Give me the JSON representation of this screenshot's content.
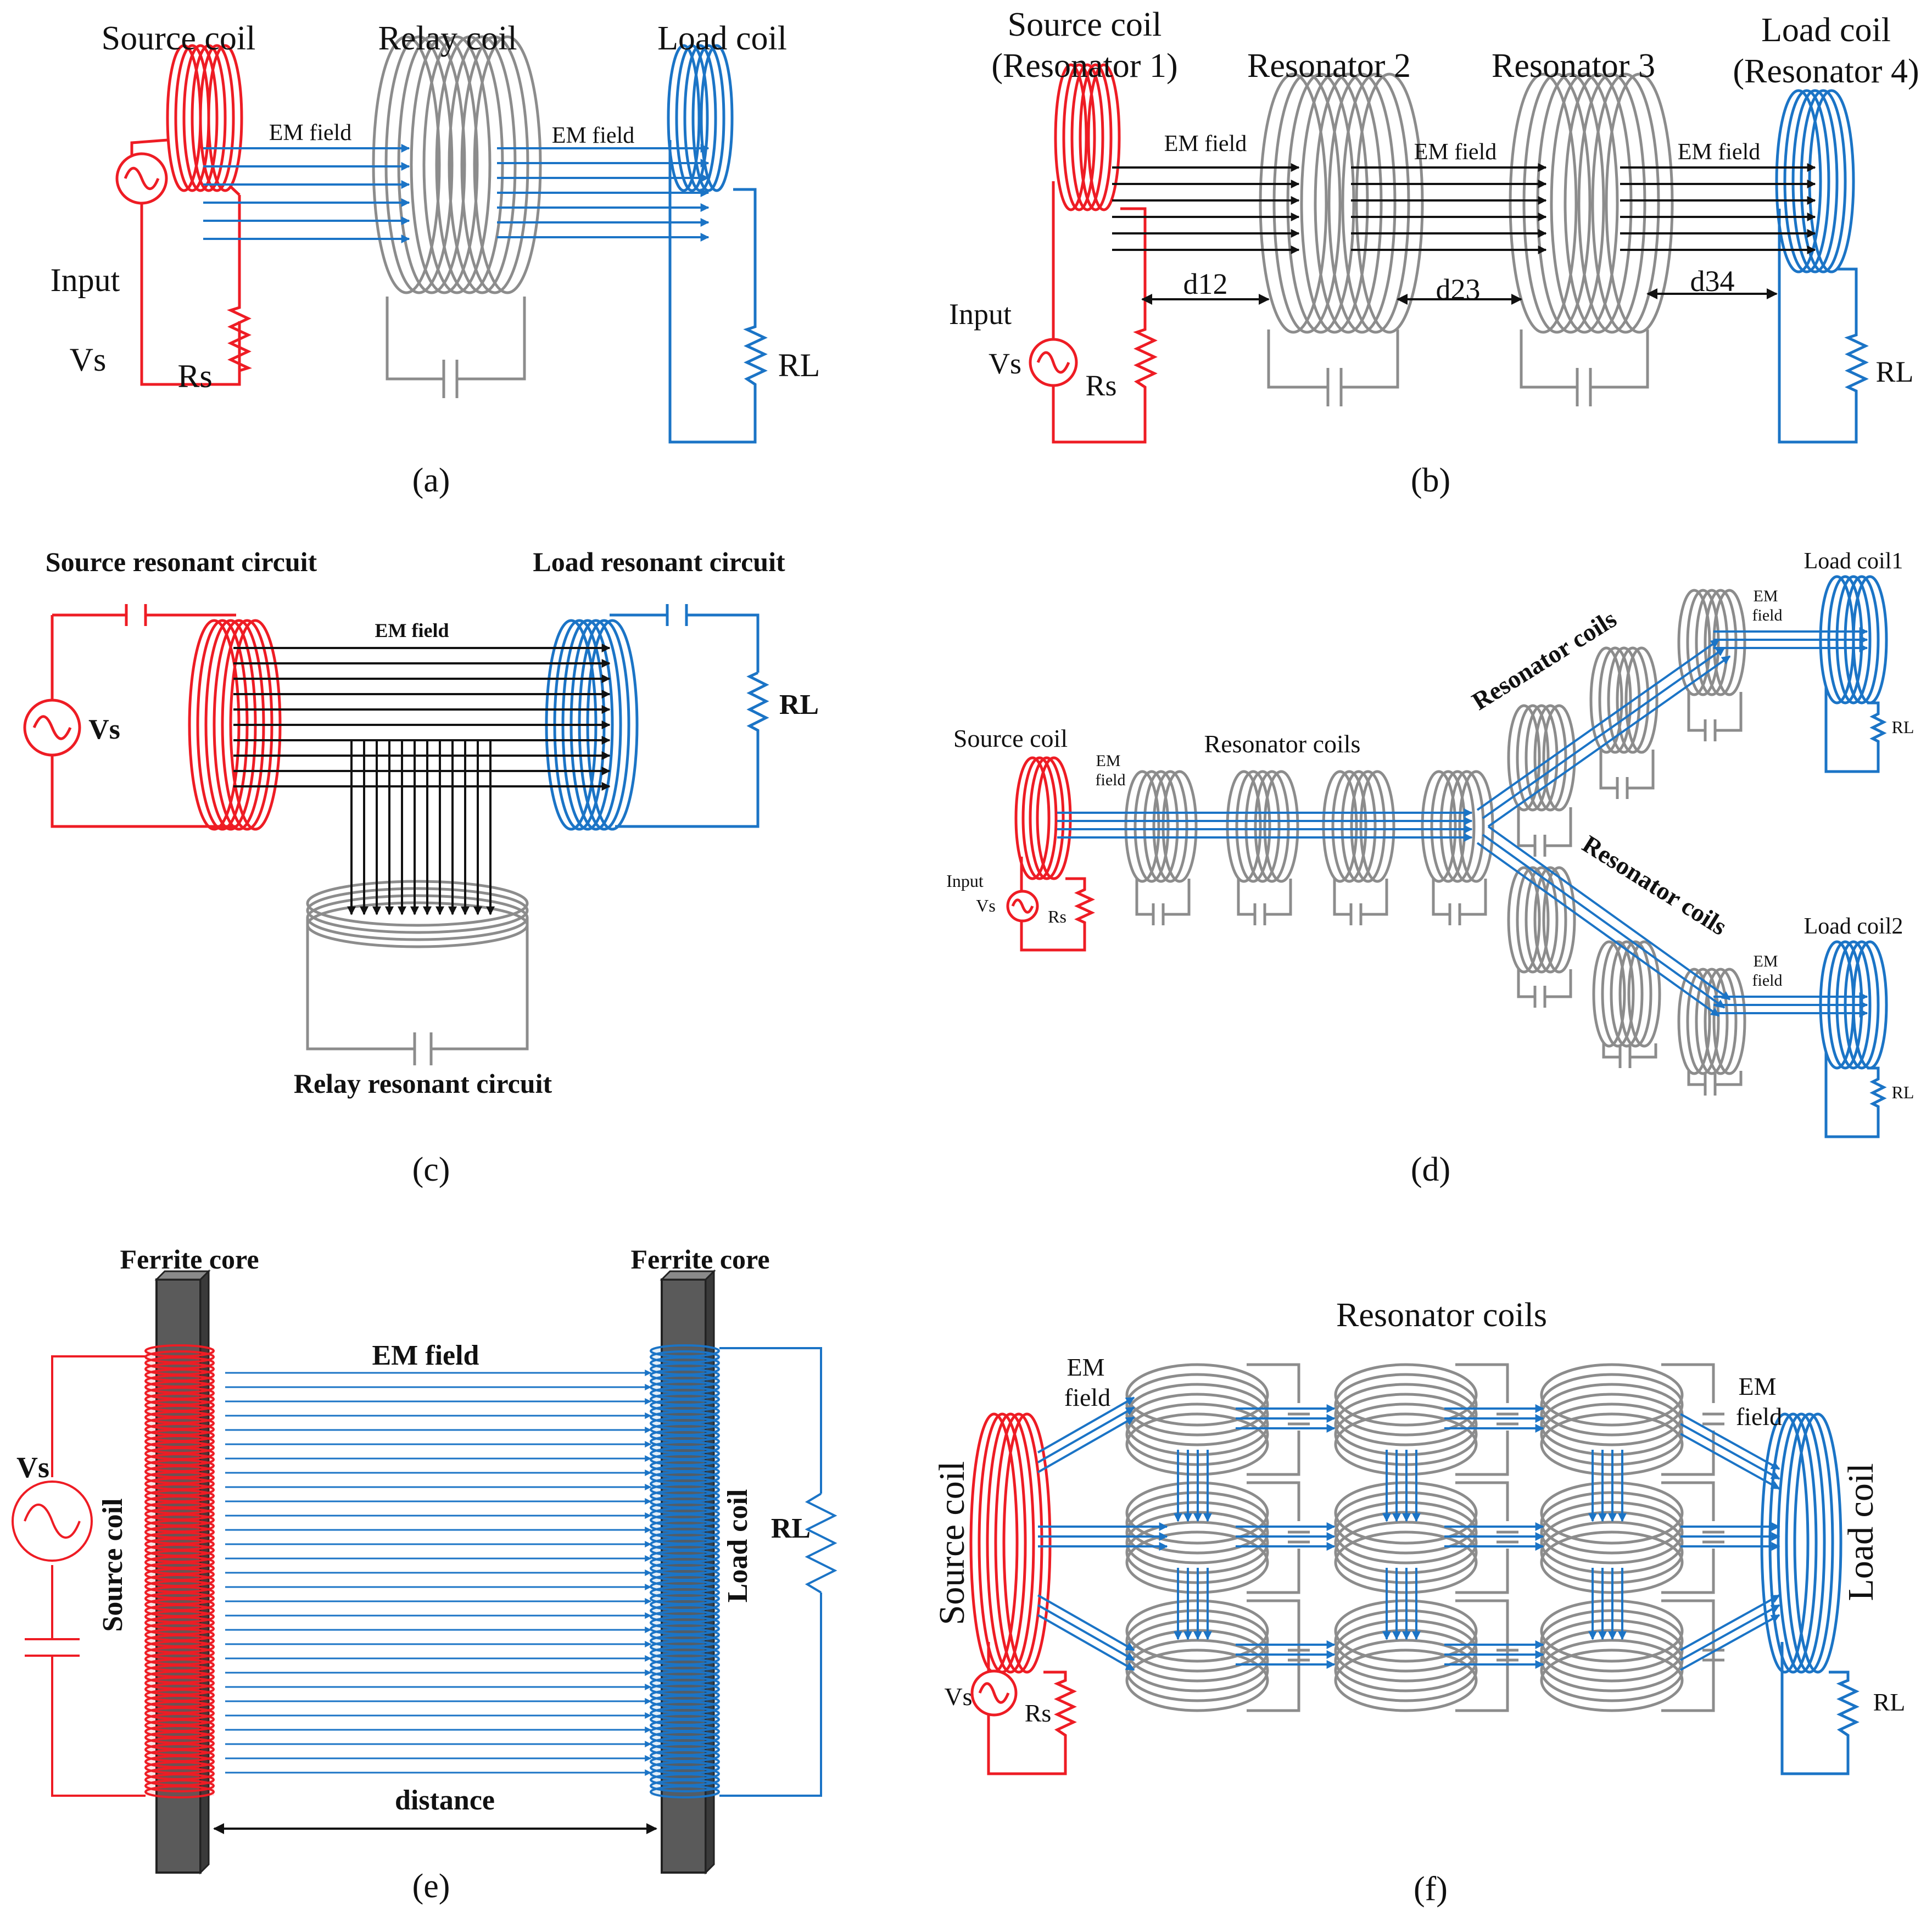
{
  "colors": {
    "red": "#ee1c24",
    "blue": "#1b74c6",
    "gray": "#8c8c8c",
    "black": "#111111",
    "ferrite": "#5a5a5a"
  },
  "panel_a": {
    "source_coil": "Source coil",
    "relay_coil": "Relay coil",
    "load_coil": "Load coil",
    "em_field_1": "EM field",
    "em_field_2": "EM field",
    "input": "Input",
    "vs": "Vs",
    "rs": "Rs",
    "rl": "RL",
    "caption": "(a)"
  },
  "panel_b": {
    "source_coil": "Source coil",
    "resonator_1": "(Resonator 1)",
    "resonator_2": "Resonator 2",
    "resonator_3": "Resonator 3",
    "load_coil": "Load coil",
    "resonator_4": "(Resonator 4)",
    "em_field_1": "EM field",
    "em_field_2": "EM field",
    "em_field_3": "EM field",
    "d12": "d12",
    "d23": "d23",
    "d34": "d34",
    "input": "Input",
    "vs": "Vs",
    "rs": "Rs",
    "rl": "RL",
    "caption": "(b)"
  },
  "panel_c": {
    "source_circuit": "Source resonant circuit",
    "load_circuit": "Load resonant circuit",
    "em_field": "EM field",
    "vs": "Vs",
    "rl": "RL",
    "relay_circuit": "Relay resonant circuit",
    "caption": "(c)"
  },
  "panel_d": {
    "source_coil": "Source coil",
    "resonator_coils_main": "Resonator coils",
    "resonator_coils_upper": "Resonator coils",
    "resonator_coils_lower": "Resonator coils",
    "load_coil_1": "Load coil1",
    "load_coil_2": "Load coil2",
    "em": "EM",
    "field": "field",
    "input": "Input",
    "vs": "Vs",
    "rs": "Rs",
    "rl": "RL",
    "caption": "(d)"
  },
  "panel_e": {
    "ferrite_left": "Ferrite core",
    "ferrite_right": "Ferrite core",
    "em_field": "EM field",
    "source_coil": "Source coil",
    "load_coil": "Load coil",
    "vs": "Vs",
    "rl": "RL",
    "distance": "distance",
    "caption": "(e)"
  },
  "panel_f": {
    "resonator_coils": "Resonator coils",
    "em": "EM",
    "field": "field",
    "source_coil": "Source coil",
    "load_coil": "Load coil",
    "vs": "Vs",
    "rs": "Rs",
    "rl": "RL",
    "caption": "(f)"
  }
}
